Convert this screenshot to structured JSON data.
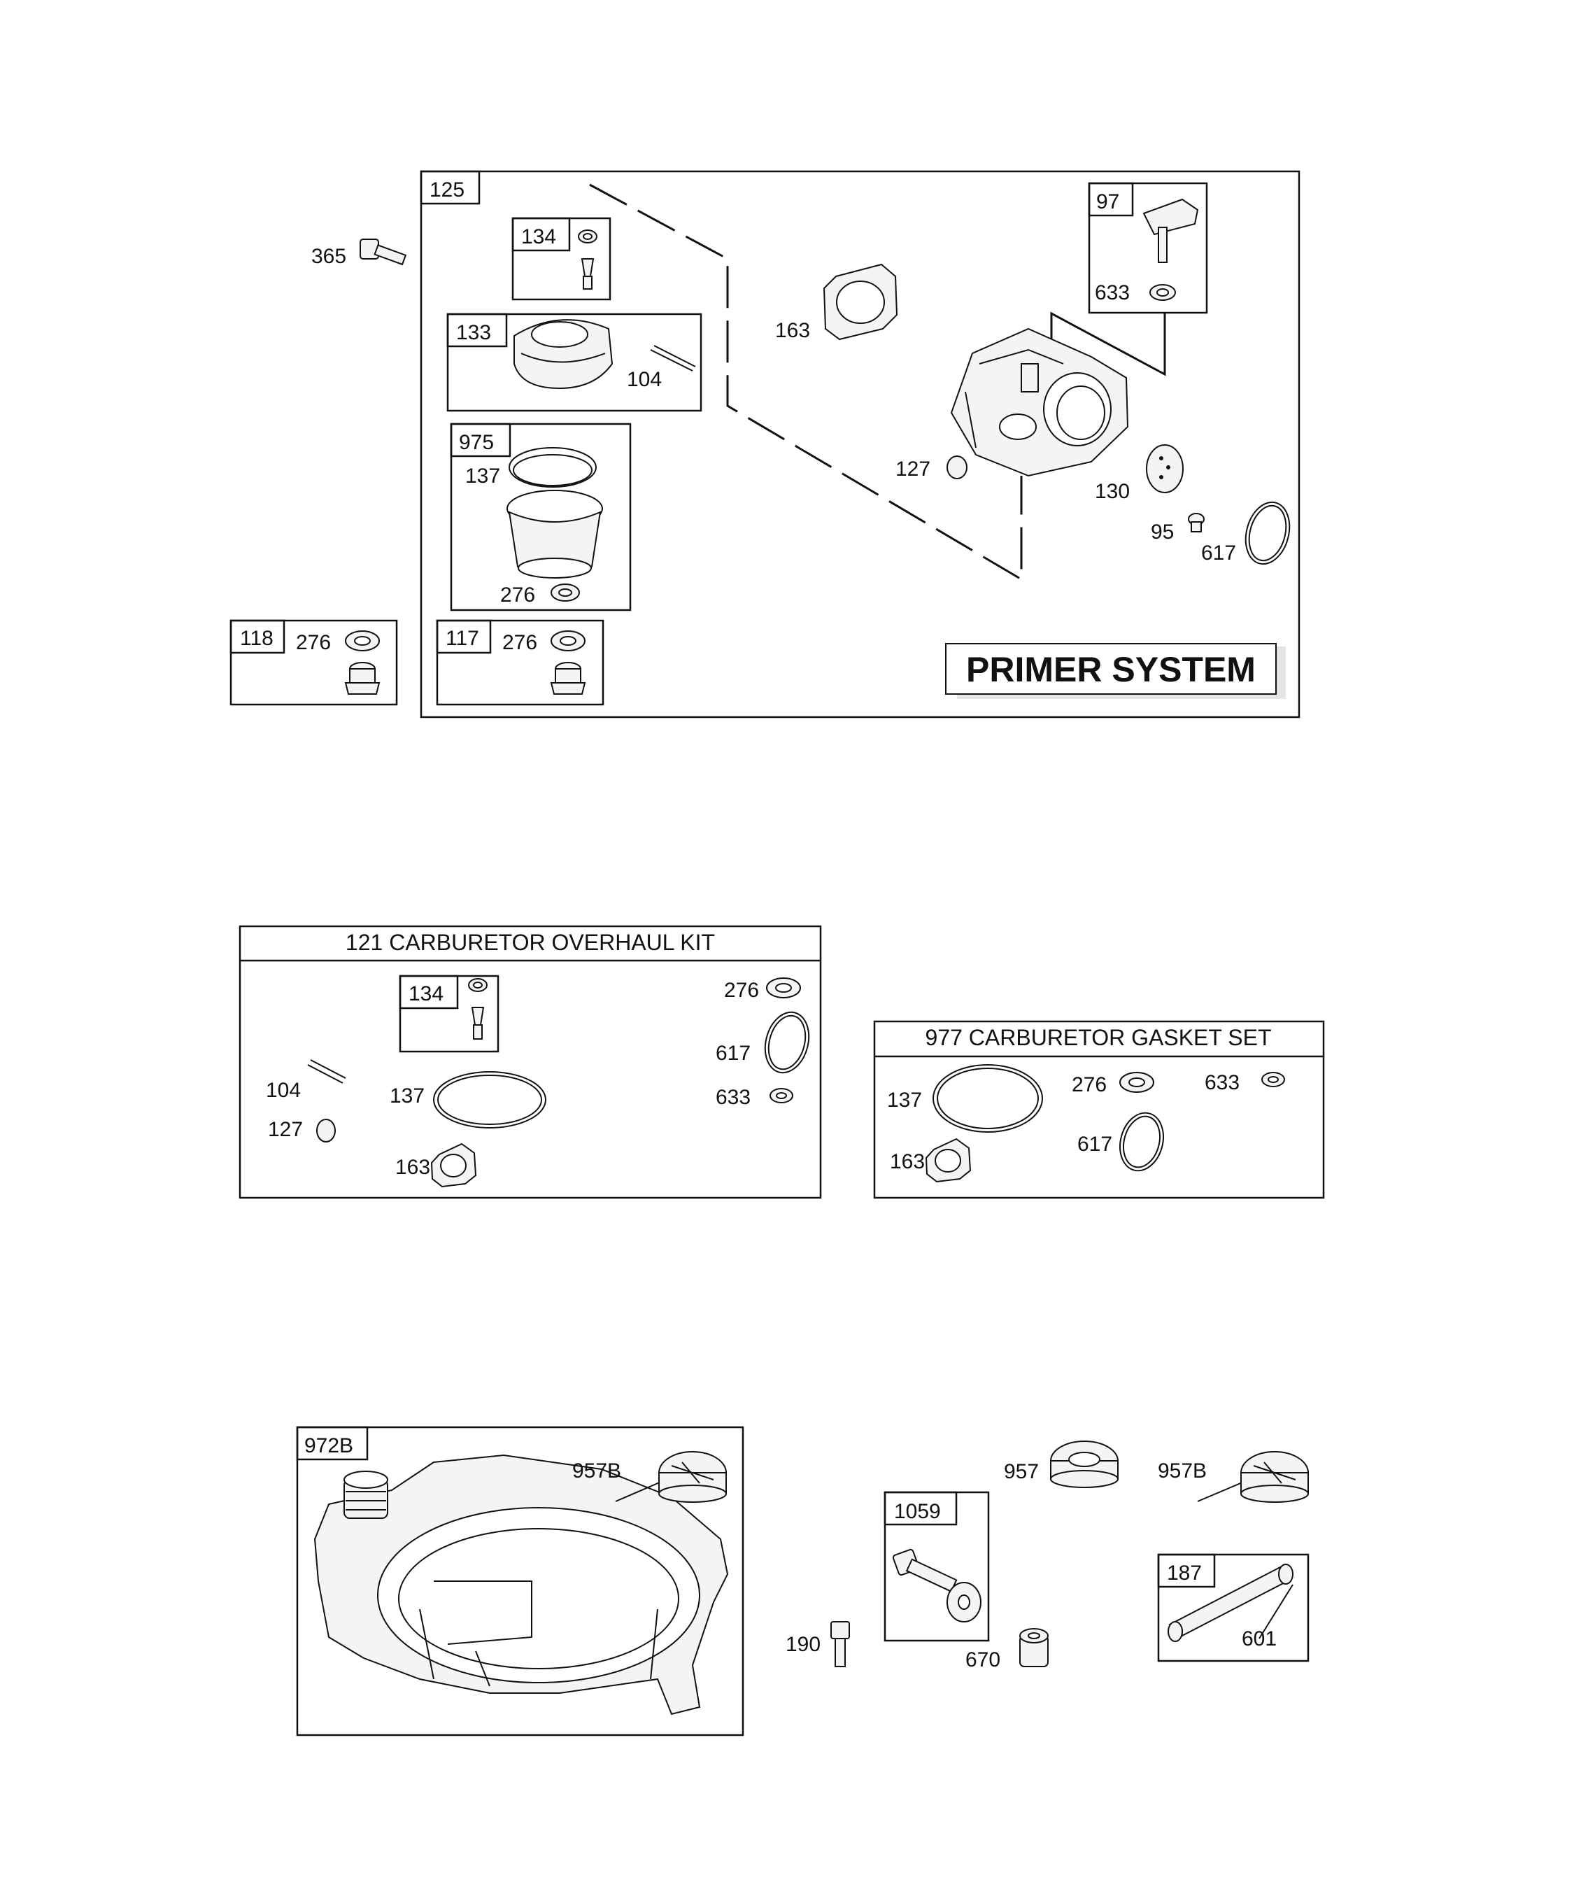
{
  "primer": {
    "title": "PRIMER SYSTEM",
    "box_125": "125",
    "box_134": "134",
    "box_133": "133",
    "box_975": "975",
    "box_97": "97",
    "box_118": "118",
    "box_117": "117",
    "p365": "365",
    "p104": "104",
    "p137": "137",
    "p276a": "276",
    "p276b": "276",
    "p276c": "276",
    "p163": "163",
    "p633": "633",
    "p127": "127",
    "p130": "130",
    "p95": "95",
    "p617": "617"
  },
  "overhaul": {
    "title": "121 CARBURETOR OVERHAUL KIT",
    "box_134": "134",
    "p276": "276",
    "p617": "617",
    "p104": "104",
    "p137": "137",
    "p633": "633",
    "p127": "127",
    "p163": "163"
  },
  "gasket": {
    "title": "977 CARBURETOR GASKET SET",
    "p137": "137",
    "p276": "276",
    "p633": "633",
    "p617": "617",
    "p163": "163"
  },
  "tank": {
    "box_972b": "972B",
    "p957b_a": "957B",
    "p957": "957",
    "p957b_b": "957B",
    "box_1059": "1059",
    "box_187": "187",
    "p601": "601",
    "p190": "190",
    "p670": "670"
  }
}
